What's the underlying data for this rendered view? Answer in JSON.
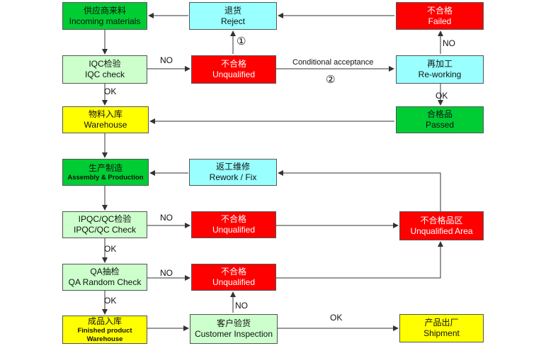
{
  "boxes": {
    "incoming": {
      "zh": "供应商来料",
      "en": "Incoming materials"
    },
    "iqc": {
      "zh": "IQC检验",
      "en": "IQC check"
    },
    "warehouse": {
      "zh": "物料入库",
      "en": "Warehouse"
    },
    "assembly": {
      "zh": "生产制造",
      "en": "Assembly & Production"
    },
    "ipqc": {
      "zh": "IPQC/QC检验",
      "en": "IPQC/QC Check"
    },
    "qa": {
      "zh": "QA抽检",
      "en": "QA Random Check"
    },
    "finished": {
      "zh": "成品入库",
      "en": "Finished product Warehouse"
    },
    "reject": {
      "zh": "退货",
      "en": "Reject"
    },
    "unqualified1": {
      "zh": "不合格",
      "en": "Unqualified"
    },
    "failed": {
      "zh": "不合格",
      "en": "Failed"
    },
    "reworking": {
      "zh": "再加工",
      "en": "Re-working"
    },
    "passed": {
      "zh": "合格品",
      "en": "Passed"
    },
    "rework_fix": {
      "zh": "返工维修",
      "en": "Rework / Fix"
    },
    "unqualified2": {
      "zh": "不合格",
      "en": "Unqualified"
    },
    "unqualified_area": {
      "zh": "不合格品区",
      "en": "Unqualified Area"
    },
    "unqualified3": {
      "zh": "不合格",
      "en": "Unqualified"
    },
    "customer": {
      "zh": "客户验货",
      "en": "Customer Inspection"
    },
    "shipment": {
      "zh": "产品出厂",
      "en": "Shipment"
    }
  },
  "labels": {
    "no_iqc": "NO",
    "ok_iqc": "OK",
    "circle1": "①",
    "circle2": "②",
    "conditional": "Conditional acceptance",
    "no_failed": "NO",
    "ok_passed": "OK",
    "no_ipqc": "NO",
    "ok_ipqc": "OK",
    "no_qa": "NO",
    "ok_qa": "OK",
    "no_customer": "NO",
    "ok_customer": "OK"
  },
  "colors": {
    "green": "#00cc33",
    "light_green": "#ccffcc",
    "yellow": "#ffff00",
    "cyan": "#99ffff",
    "red": "#ff0000",
    "line": "#333333"
  }
}
